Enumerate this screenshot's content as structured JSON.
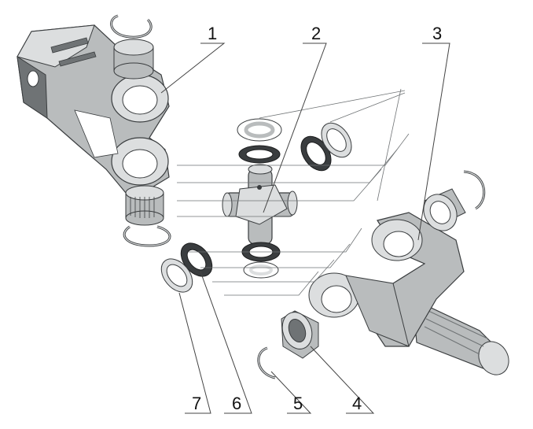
{
  "diagram": {
    "colors": {
      "part_fill": "#b9bcbd",
      "part_light": "#dcdedf",
      "part_dark": "#6f7375",
      "outline": "#3a3d3f",
      "leader": "#444444",
      "background": "#ffffff"
    },
    "callouts": [
      {
        "id": "c1",
        "label": "1",
        "part": "yoke-left"
      },
      {
        "id": "c2",
        "label": "2",
        "part": "cross-spider"
      },
      {
        "id": "c3",
        "label": "3",
        "part": "yoke-right-splined"
      },
      {
        "id": "c4",
        "label": "4",
        "part": "needle-bearing-cup"
      },
      {
        "id": "c5",
        "label": "5",
        "part": "circlip"
      },
      {
        "id": "c6",
        "label": "6",
        "part": "seal-ring"
      },
      {
        "id": "c7",
        "label": "7",
        "part": "washer"
      }
    ]
  }
}
